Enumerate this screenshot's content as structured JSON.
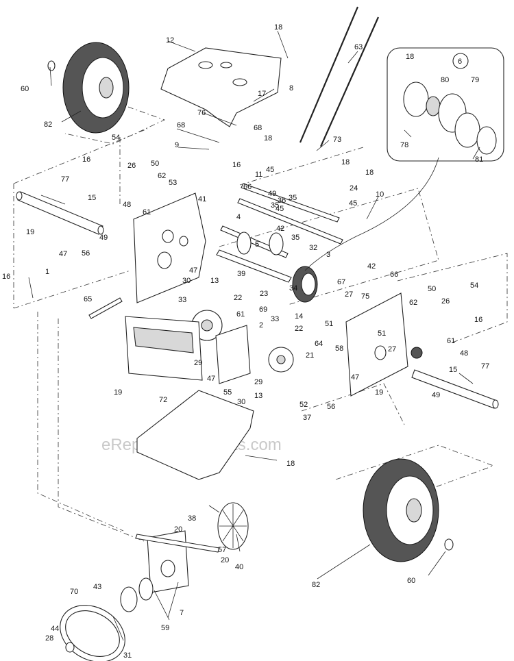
{
  "watermark": "eReplacementParts.com",
  "detail_callout": "6",
  "callouts": [
    {
      "id": "c1",
      "text": "1"
    },
    {
      "id": "c2",
      "text": "2"
    },
    {
      "id": "c3",
      "text": "3"
    },
    {
      "id": "c4",
      "text": "4"
    },
    {
      "id": "c5",
      "text": "5"
    },
    {
      "id": "c7",
      "text": "7"
    },
    {
      "id": "c8",
      "text": "8"
    },
    {
      "id": "c9",
      "text": "9"
    },
    {
      "id": "c10",
      "text": "10"
    },
    {
      "id": "c11",
      "text": "11"
    },
    {
      "id": "c12",
      "text": "12"
    },
    {
      "id": "c13a",
      "text": "13"
    },
    {
      "id": "c13b",
      "text": "13"
    },
    {
      "id": "c14",
      "text": "14"
    },
    {
      "id": "c15a",
      "text": "15"
    },
    {
      "id": "c15b",
      "text": "15"
    },
    {
      "id": "c16a",
      "text": "16"
    },
    {
      "id": "c16b",
      "text": "16"
    },
    {
      "id": "c16c",
      "text": "16"
    },
    {
      "id": "c16d",
      "text": "16"
    },
    {
      "id": "c17",
      "text": "17"
    },
    {
      "id": "c18a",
      "text": "18"
    },
    {
      "id": "c18b",
      "text": "18"
    },
    {
      "id": "c18c",
      "text": "18"
    },
    {
      "id": "c18d",
      "text": "18"
    },
    {
      "id": "c18e",
      "text": "18"
    },
    {
      "id": "c19a",
      "text": "19"
    },
    {
      "id": "c19b",
      "text": "19"
    },
    {
      "id": "c19c",
      "text": "19"
    },
    {
      "id": "c20a",
      "text": "20"
    },
    {
      "id": "c20b",
      "text": "20"
    },
    {
      "id": "c21",
      "text": "21"
    },
    {
      "id": "c22a",
      "text": "22"
    },
    {
      "id": "c22b",
      "text": "22"
    },
    {
      "id": "c23",
      "text": "23"
    },
    {
      "id": "c24",
      "text": "24"
    },
    {
      "id": "c26a",
      "text": "26"
    },
    {
      "id": "c26b",
      "text": "26"
    },
    {
      "id": "c27a",
      "text": "27"
    },
    {
      "id": "c27b",
      "text": "27"
    },
    {
      "id": "c28",
      "text": "28"
    },
    {
      "id": "c29a",
      "text": "29"
    },
    {
      "id": "c29b",
      "text": "29"
    },
    {
      "id": "c30a",
      "text": "30"
    },
    {
      "id": "c30b",
      "text": "30"
    },
    {
      "id": "c31",
      "text": "31"
    },
    {
      "id": "c32",
      "text": "32"
    },
    {
      "id": "c33a",
      "text": "33"
    },
    {
      "id": "c33b",
      "text": "33"
    },
    {
      "id": "c34",
      "text": "34"
    },
    {
      "id": "c35a",
      "text": "35"
    },
    {
      "id": "c35b",
      "text": "35"
    },
    {
      "id": "c35c",
      "text": "35"
    },
    {
      "id": "c36",
      "text": "36"
    },
    {
      "id": "c37",
      "text": "37"
    },
    {
      "id": "c38",
      "text": "38"
    },
    {
      "id": "c39",
      "text": "39"
    },
    {
      "id": "c40",
      "text": "40"
    },
    {
      "id": "c41",
      "text": "41"
    },
    {
      "id": "c42a",
      "text": "42"
    },
    {
      "id": "c42b",
      "text": "42"
    },
    {
      "id": "c43",
      "text": "43"
    },
    {
      "id": "c44",
      "text": "44"
    },
    {
      "id": "c45a",
      "text": "45"
    },
    {
      "id": "c45b",
      "text": "45"
    },
    {
      "id": "c45c",
      "text": "45"
    },
    {
      "id": "c47a",
      "text": "47"
    },
    {
      "id": "c47b",
      "text": "47"
    },
    {
      "id": "c47c",
      "text": "47"
    },
    {
      "id": "c47d",
      "text": "47"
    },
    {
      "id": "c48a",
      "text": "48"
    },
    {
      "id": "c48b",
      "text": "48"
    },
    {
      "id": "c49a",
      "text": "49"
    },
    {
      "id": "c49b",
      "text": "49"
    },
    {
      "id": "c49c",
      "text": "49"
    },
    {
      "id": "c50a",
      "text": "50"
    },
    {
      "id": "c50b",
      "text": "50"
    },
    {
      "id": "c51a",
      "text": "51"
    },
    {
      "id": "c51b",
      "text": "51"
    },
    {
      "id": "c52",
      "text": "52"
    },
    {
      "id": "c53",
      "text": "53"
    },
    {
      "id": "c54a",
      "text": "54"
    },
    {
      "id": "c54b",
      "text": "54"
    },
    {
      "id": "c55",
      "text": "55"
    },
    {
      "id": "c56a",
      "text": "56"
    },
    {
      "id": "c56b",
      "text": "56"
    },
    {
      "id": "c57",
      "text": "57"
    },
    {
      "id": "c58",
      "text": "58"
    },
    {
      "id": "c59",
      "text": "59"
    },
    {
      "id": "c60a",
      "text": "60"
    },
    {
      "id": "c60b",
      "text": "60"
    },
    {
      "id": "c61a",
      "text": "61"
    },
    {
      "id": "c61b",
      "text": "61"
    },
    {
      "id": "c61c",
      "text": "61"
    },
    {
      "id": "c62a",
      "text": "62"
    },
    {
      "id": "c62b",
      "text": "62"
    },
    {
      "id": "c63",
      "text": "63"
    },
    {
      "id": "c64",
      "text": "64"
    },
    {
      "id": "c65",
      "text": "65"
    },
    {
      "id": "c66a",
      "text": "66"
    },
    {
      "id": "c66b",
      "text": "66"
    },
    {
      "id": "c67",
      "text": "67"
    },
    {
      "id": "c68a",
      "text": "68"
    },
    {
      "id": "c68b",
      "text": "68"
    },
    {
      "id": "c69",
      "text": "69"
    },
    {
      "id": "c70",
      "text": "70"
    },
    {
      "id": "c72",
      "text": "72"
    },
    {
      "id": "c73",
      "text": "73"
    },
    {
      "id": "c75",
      "text": "75"
    },
    {
      "id": "c76",
      "text": "76"
    },
    {
      "id": "c77a",
      "text": "77"
    },
    {
      "id": "c77b",
      "text": "77"
    },
    {
      "id": "c78",
      "text": "78"
    },
    {
      "id": "c79",
      "text": "79"
    },
    {
      "id": "c80",
      "text": "80"
    },
    {
      "id": "c81",
      "text": "81"
    },
    {
      "id": "c82a",
      "text": "82"
    },
    {
      "id": "c82b",
      "text": "82"
    },
    {
      "id": "c18f",
      "text": "18"
    }
  ]
}
